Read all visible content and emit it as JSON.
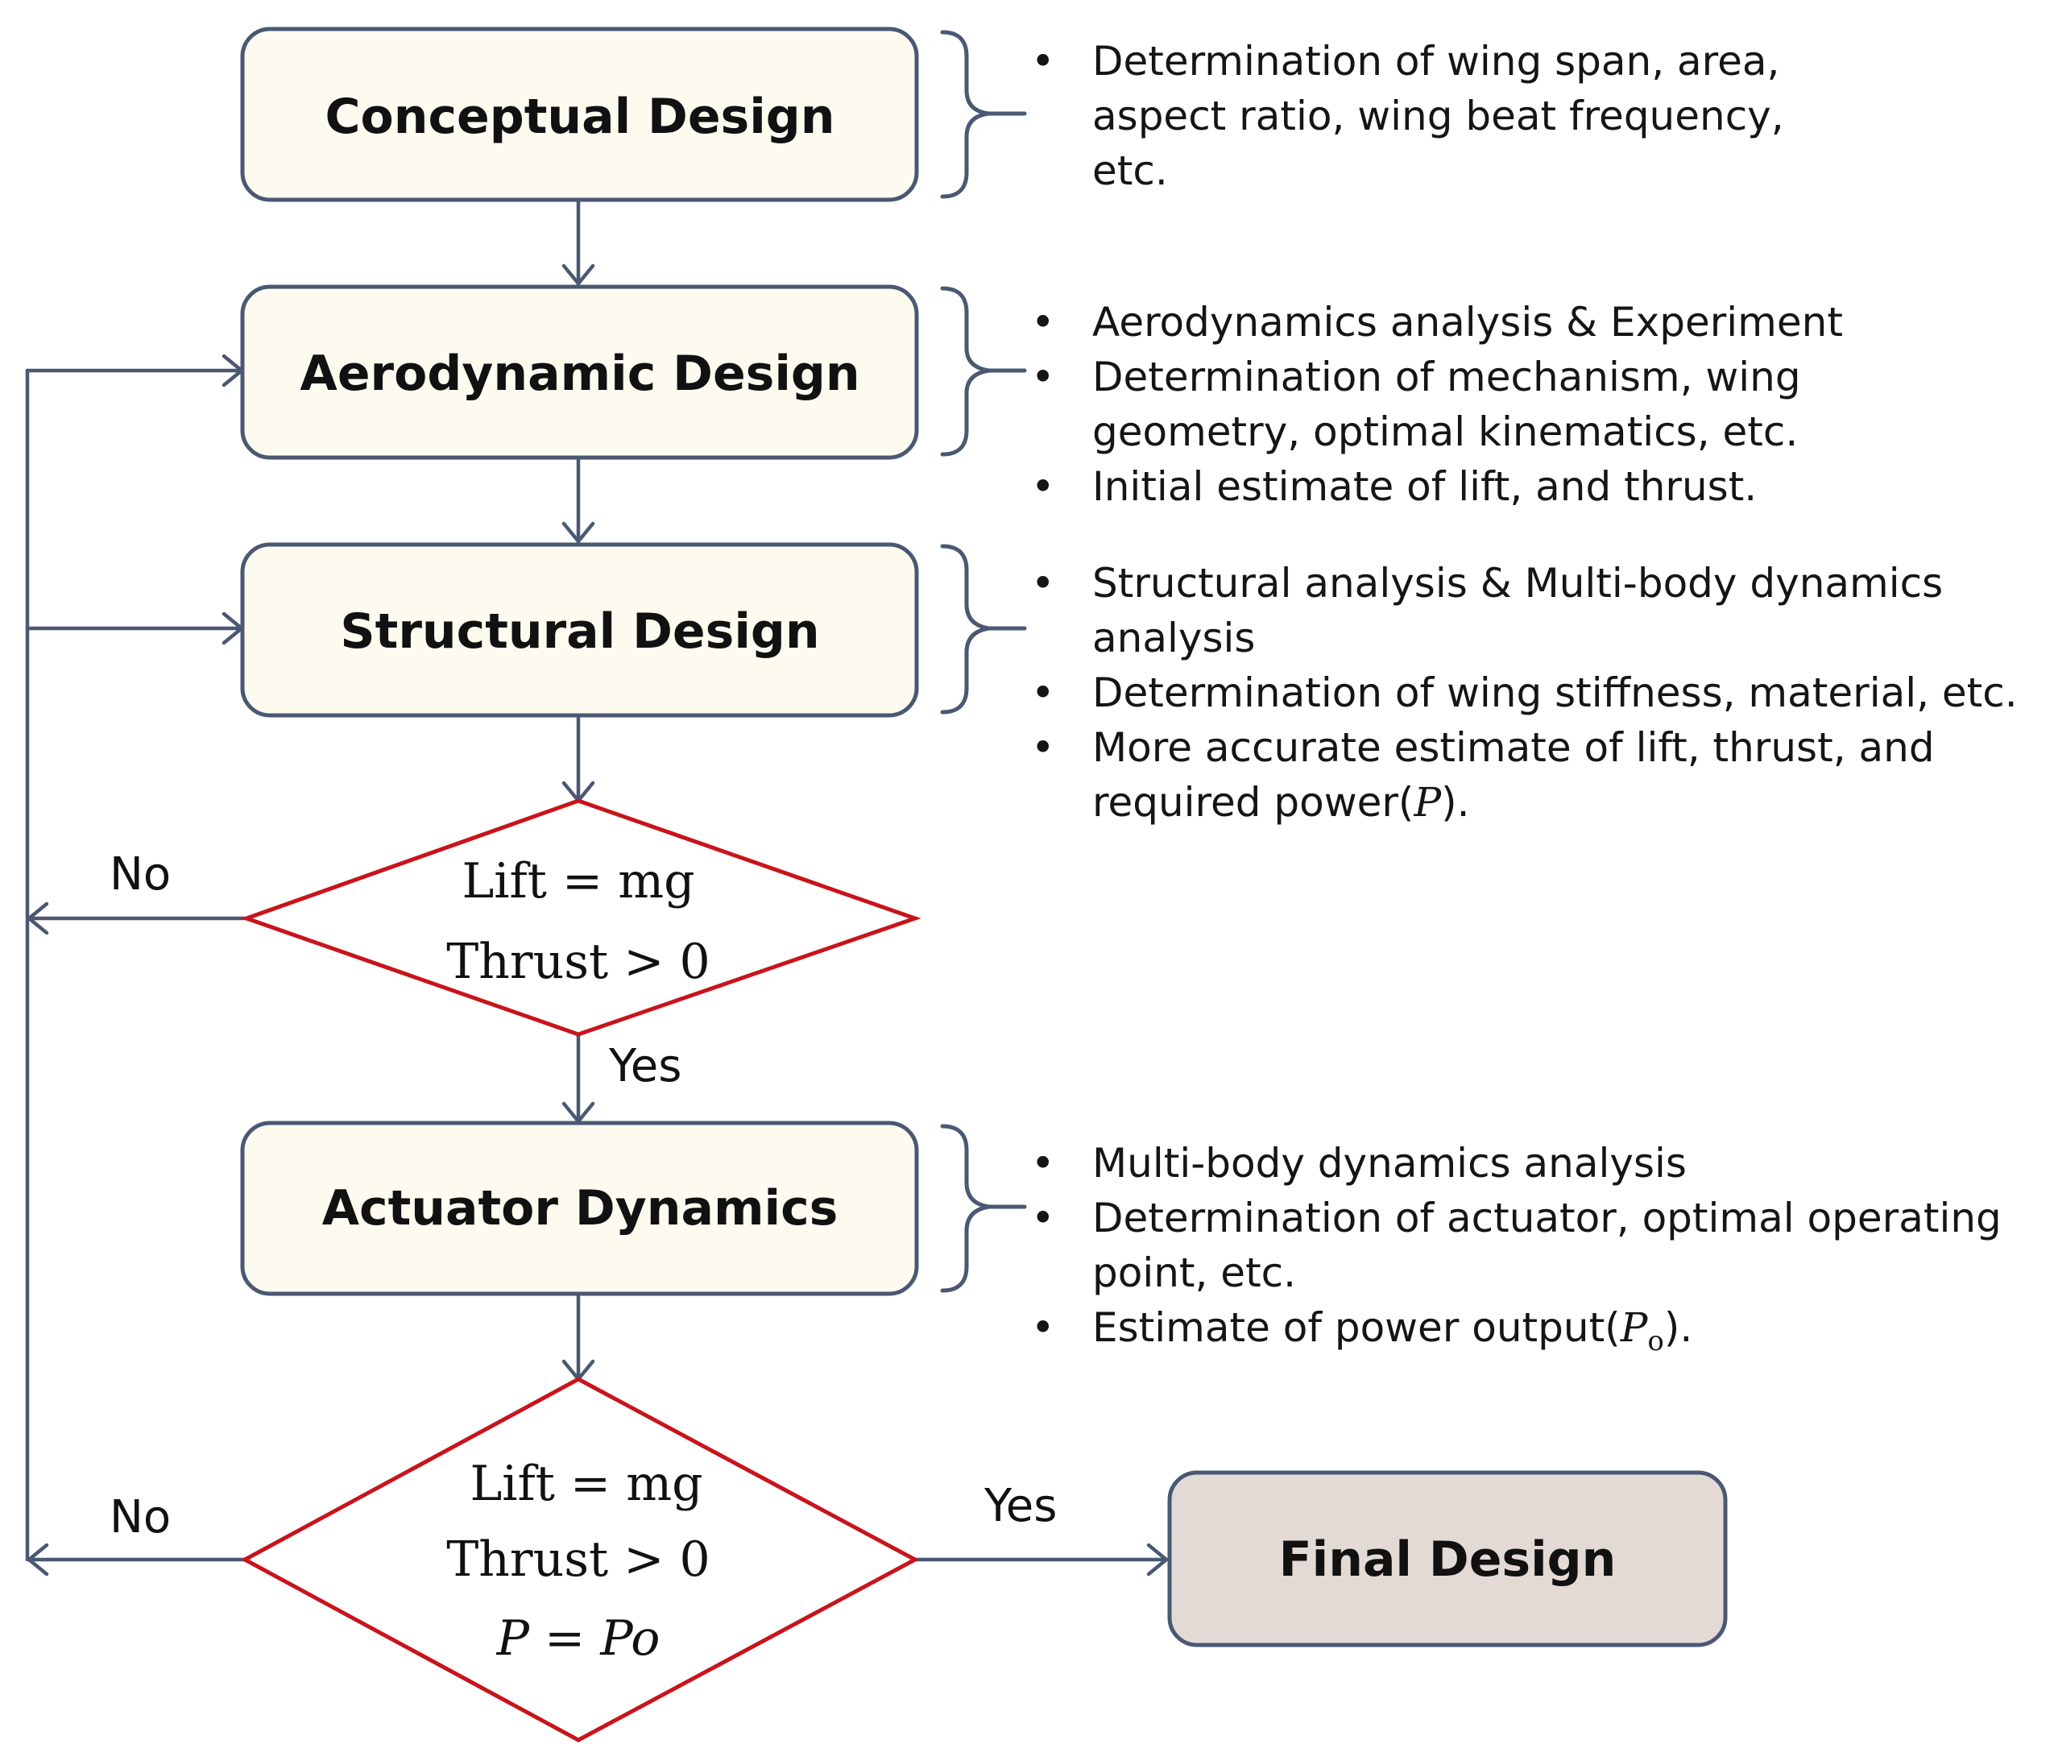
{
  "boxes": {
    "conceptual": "Conceptual Design",
    "aerodynamic": "Aerodynamic Design",
    "structural": "Structural Design",
    "actuator": "Actuator Dynamics",
    "final": "Final Design"
  },
  "decision1": {
    "line1": "Lift = mg",
    "line2": "Thrust > 0"
  },
  "decision2": {
    "line1": "Lift = mg",
    "line2": "Thrust > 0",
    "line3": "P = Po"
  },
  "labels": {
    "no1": "No",
    "yes1": "Yes",
    "no2": "No",
    "yes2": "Yes"
  },
  "notes": {
    "conceptual": [
      "Determination of wing span, area, aspect ratio, wing beat frequency, etc."
    ],
    "aerodynamic": [
      "Aerodynamics analysis & Experiment",
      "Determination of mechanism, wing geometry, optimal kinematics, etc.",
      "Initial estimate of lift, and thrust."
    ],
    "structural": [
      "Structural analysis & Multi-body dynamics analysis",
      "Determination of wing stiffness, material, etc.",
      "More accurate estimate of lift, thrust, and required power(P)."
    ],
    "actuator": [
      "Multi-body dynamics analysis",
      "Determination of actuator, optimal operating point, etc.",
      "Estimate of power output(Po)."
    ]
  },
  "colors": {
    "box_fill": "#fdfbf0",
    "final_fill": "#e4dad5",
    "outline": "#4a5873",
    "diamond_stroke": "#c8141c"
  }
}
